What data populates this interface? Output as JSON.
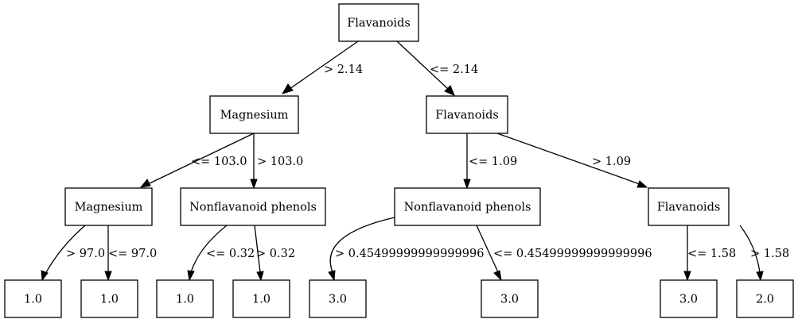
{
  "nodes": [
    {
      "id": "n0",
      "label": "Flavanoids"
    },
    {
      "id": "n1",
      "label": "Magnesium"
    },
    {
      "id": "n2",
      "label": "Flavanoids"
    },
    {
      "id": "n3",
      "label": "Magnesium"
    },
    {
      "id": "n4",
      "label": "Nonflavanoid phenols"
    },
    {
      "id": "n5",
      "label": "Nonflavanoid phenols"
    },
    {
      "id": "n6",
      "label": "Flavanoids"
    },
    {
      "id": "n7",
      "label": "1.0"
    },
    {
      "id": "n8",
      "label": "1.0"
    },
    {
      "id": "n9",
      "label": "1.0"
    },
    {
      "id": "n10",
      "label": "1.0"
    },
    {
      "id": "n11",
      "label": "3.0"
    },
    {
      "id": "n12",
      "label": "3.0"
    },
    {
      "id": "n13",
      "label": "3.0"
    },
    {
      "id": "n14",
      "label": "2.0"
    }
  ],
  "edges": [
    {
      "id": "e0",
      "from": "n0",
      "to": "n1",
      "label": "> 2.14"
    },
    {
      "id": "e1",
      "from": "n0",
      "to": "n2",
      "label": "<= 2.14"
    },
    {
      "id": "e2",
      "from": "n1",
      "to": "n3",
      "label": "<= 103.0"
    },
    {
      "id": "e3",
      "from": "n1",
      "to": "n4",
      "label": "> 103.0"
    },
    {
      "id": "e4",
      "from": "n2",
      "to": "n5",
      "label": "<= 1.09"
    },
    {
      "id": "e5",
      "from": "n2",
      "to": "n6",
      "label": "> 1.09"
    },
    {
      "id": "e6",
      "from": "n3",
      "to": "n7",
      "label": "> 97.0"
    },
    {
      "id": "e7",
      "from": "n3",
      "to": "n8",
      "label": "<= 97.0"
    },
    {
      "id": "e8",
      "from": "n4",
      "to": "n9",
      "label": "<= 0.32"
    },
    {
      "id": "e9",
      "from": "n4",
      "to": "n10",
      "label": "> 0.32"
    },
    {
      "id": "e10",
      "from": "n5",
      "to": "n11",
      "label": "> 0.45499999999999996"
    },
    {
      "id": "e11",
      "from": "n5",
      "to": "n12",
      "label": "<= 0.45499999999999996"
    },
    {
      "id": "e12",
      "from": "n6",
      "to": "n13",
      "label": "<= 1.58"
    },
    {
      "id": "e13",
      "from": "n6",
      "to": "n14",
      "label": "> 1.58"
    }
  ]
}
